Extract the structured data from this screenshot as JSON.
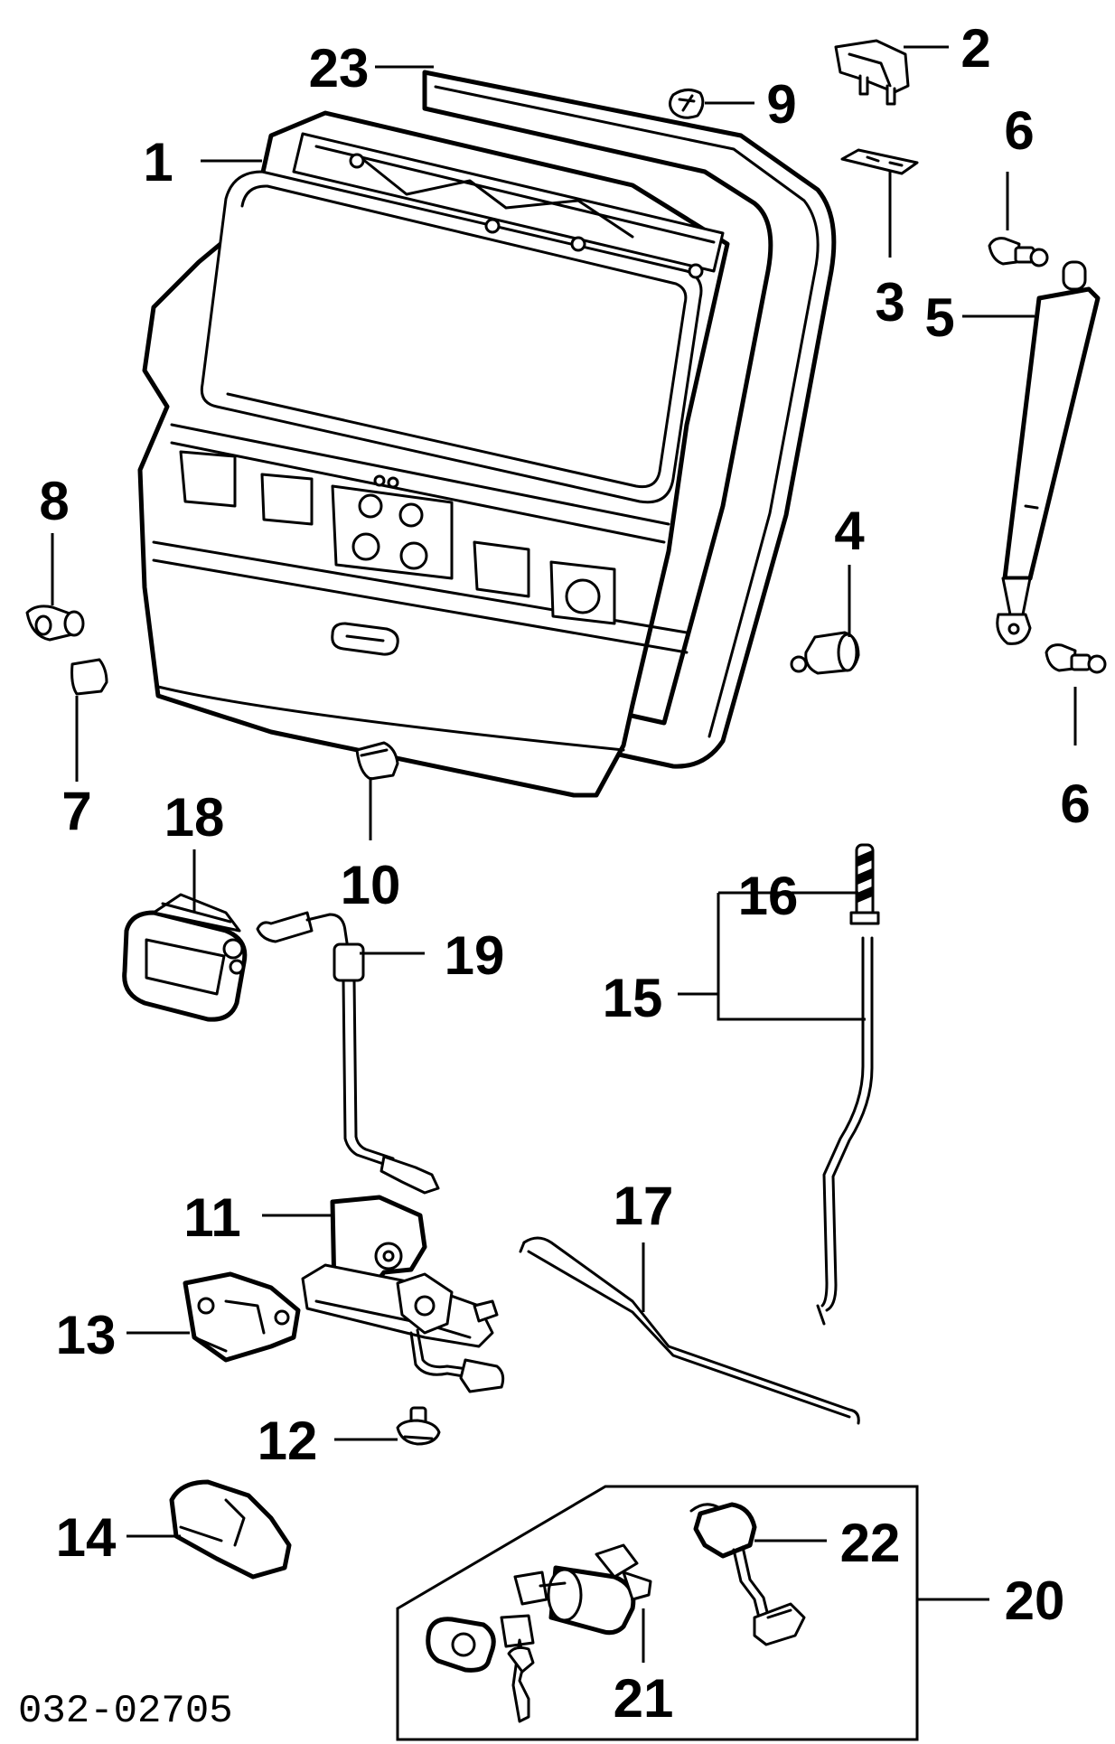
{
  "diagram": {
    "document_id": "032-02705",
    "callouts": {
      "c1": "1",
      "c2": "2",
      "c3": "3",
      "c4": "4",
      "c5": "5",
      "c6a": "6",
      "c6b": "6",
      "c7": "7",
      "c8": "8",
      "c9": "9",
      "c10": "10",
      "c11": "11",
      "c12": "12",
      "c13": "13",
      "c14": "14",
      "c15": "15",
      "c16": "16",
      "c17": "17",
      "c18": "18",
      "c19": "19",
      "c20": "20",
      "c21": "21",
      "c22": "22",
      "c23": "23"
    }
  }
}
